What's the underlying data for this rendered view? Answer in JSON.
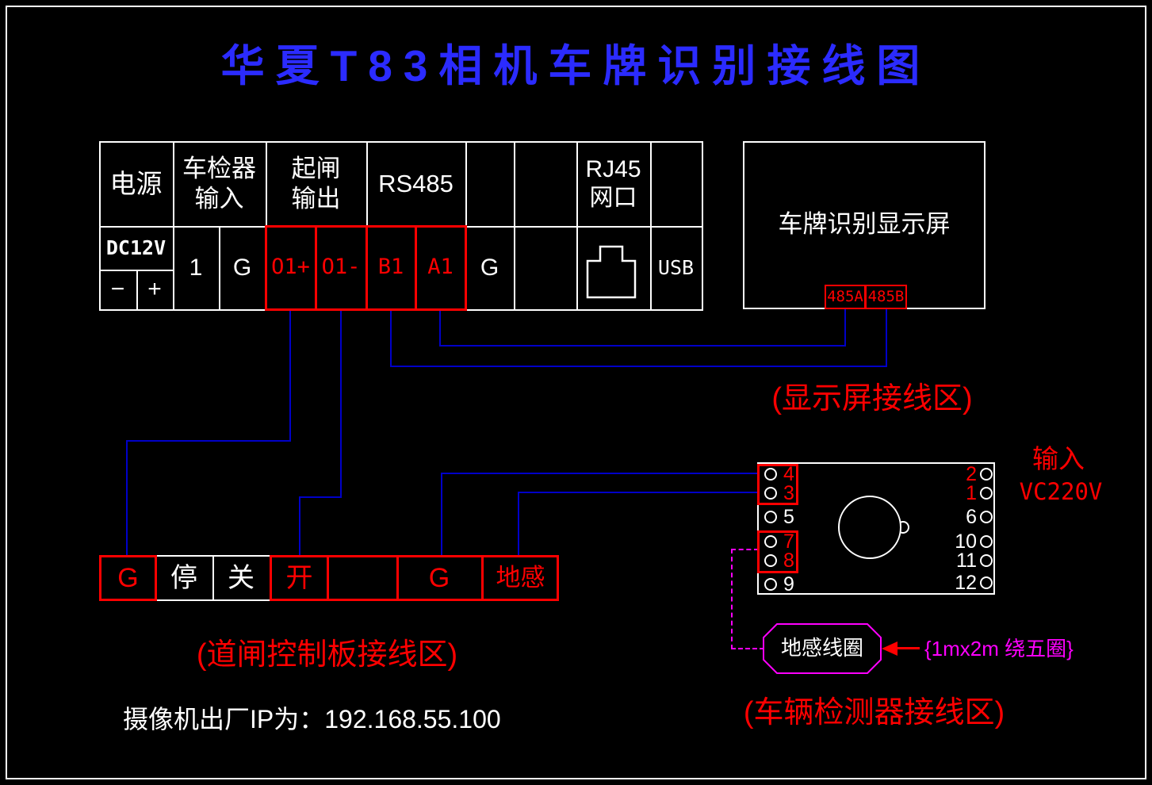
{
  "title": "华夏T83相机车牌识别接线图",
  "colors": {
    "title_blue": "#2B2BFF",
    "wire_blue": "#0000C8",
    "highlight_red": "#FF0000",
    "coil_magenta": "#FF00FF",
    "line_white": "#FFFFFF"
  },
  "terminal_table": {
    "headers": {
      "power": "电源",
      "vehicle_detector_input": "车检器\n输入",
      "gate_open_output": "起闸\n输出",
      "rs485": "RS485",
      "rj45_port": "RJ45\n网口"
    },
    "row": {
      "dc12v": "DC12V",
      "minus": "−",
      "plus": "+",
      "detector_1": "1",
      "detector_g": "G",
      "o1_plus": "O1+",
      "o1_minus": "O1-",
      "b1": "B1",
      "a1": "A1",
      "g": "G",
      "usb": "USB"
    }
  },
  "display_screen": {
    "label": "车牌识别显示屏",
    "terminal_485a": "485A",
    "terminal_485b": "485B",
    "zone_label": "(显示屏接线区)"
  },
  "gate_control_board": {
    "g1": "G",
    "stop": "停",
    "close": "关",
    "open": "开",
    "g2": "G",
    "ground_sense": "地感",
    "zone_label": "(道闸控制板接线区)"
  },
  "vehicle_detector": {
    "left_terminals": [
      "4",
      "3",
      "5",
      "7",
      "8",
      "9"
    ],
    "right_terminals": [
      "2",
      "1",
      "6",
      "10",
      "11",
      "12"
    ],
    "input_line1": "输入",
    "input_line2": "VC220V",
    "coil_label": "地感线圈",
    "coil_spec": "{1mx2m 绕五圈}",
    "zone_label": "(车辆检测器接线区)"
  },
  "footer": {
    "camera_ip": "摄像机出厂IP为：192.168.55.100"
  }
}
